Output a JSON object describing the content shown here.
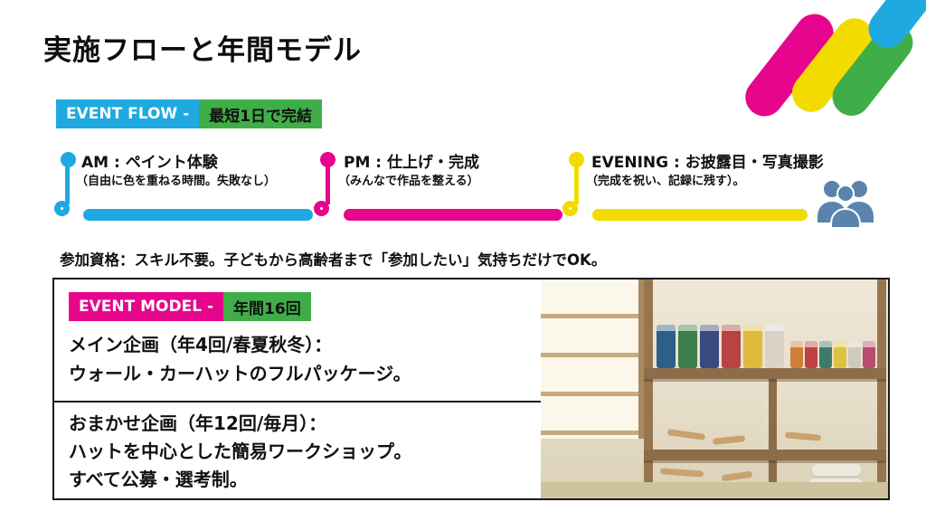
{
  "page": {
    "title": "実施フローと年間モデル"
  },
  "event_flow": {
    "badge_label": "EVENT FLOW -",
    "badge_highlight": "最短1日で完結",
    "steps": [
      {
        "title": "AM : ペイント体験",
        "subtitle": "（自由に色を重ねる時間。失敗なし）",
        "color": "#1fa9e0"
      },
      {
        "title": "PM : 仕上げ・完成",
        "subtitle": "（みんなで作品を整える）",
        "color": "#e6058c"
      },
      {
        "title": "EVENING : お披露目・写真撮影",
        "subtitle": "（完成を祝い、記録に残す）。",
        "color": "#f2dc00"
      }
    ]
  },
  "eligibility_text": "参加資格：スキル不要。子どもから高齢者まで「参加したい」気持ちだけでOK。",
  "event_model": {
    "badge_label": "EVENT MODEL -",
    "badge_highlight": "年間16回",
    "main_plan": {
      "line1": "メイン企画（年4回/春夏秋冬）：",
      "line2": "ウォール・カーハットのフルパッケージ。"
    },
    "omakase_plan": {
      "line1": "おまかせ企画（年12回/毎月）：",
      "line2": "ハットを中心とした簡易ワークショップ。",
      "line3": "すべて公募・選考制。"
    }
  },
  "colors": {
    "cyan": "#1fa9e0",
    "magenta": "#e6058c",
    "yellow": "#f2dc00",
    "green": "#3fae49",
    "people_icon": "#5b84ad"
  }
}
